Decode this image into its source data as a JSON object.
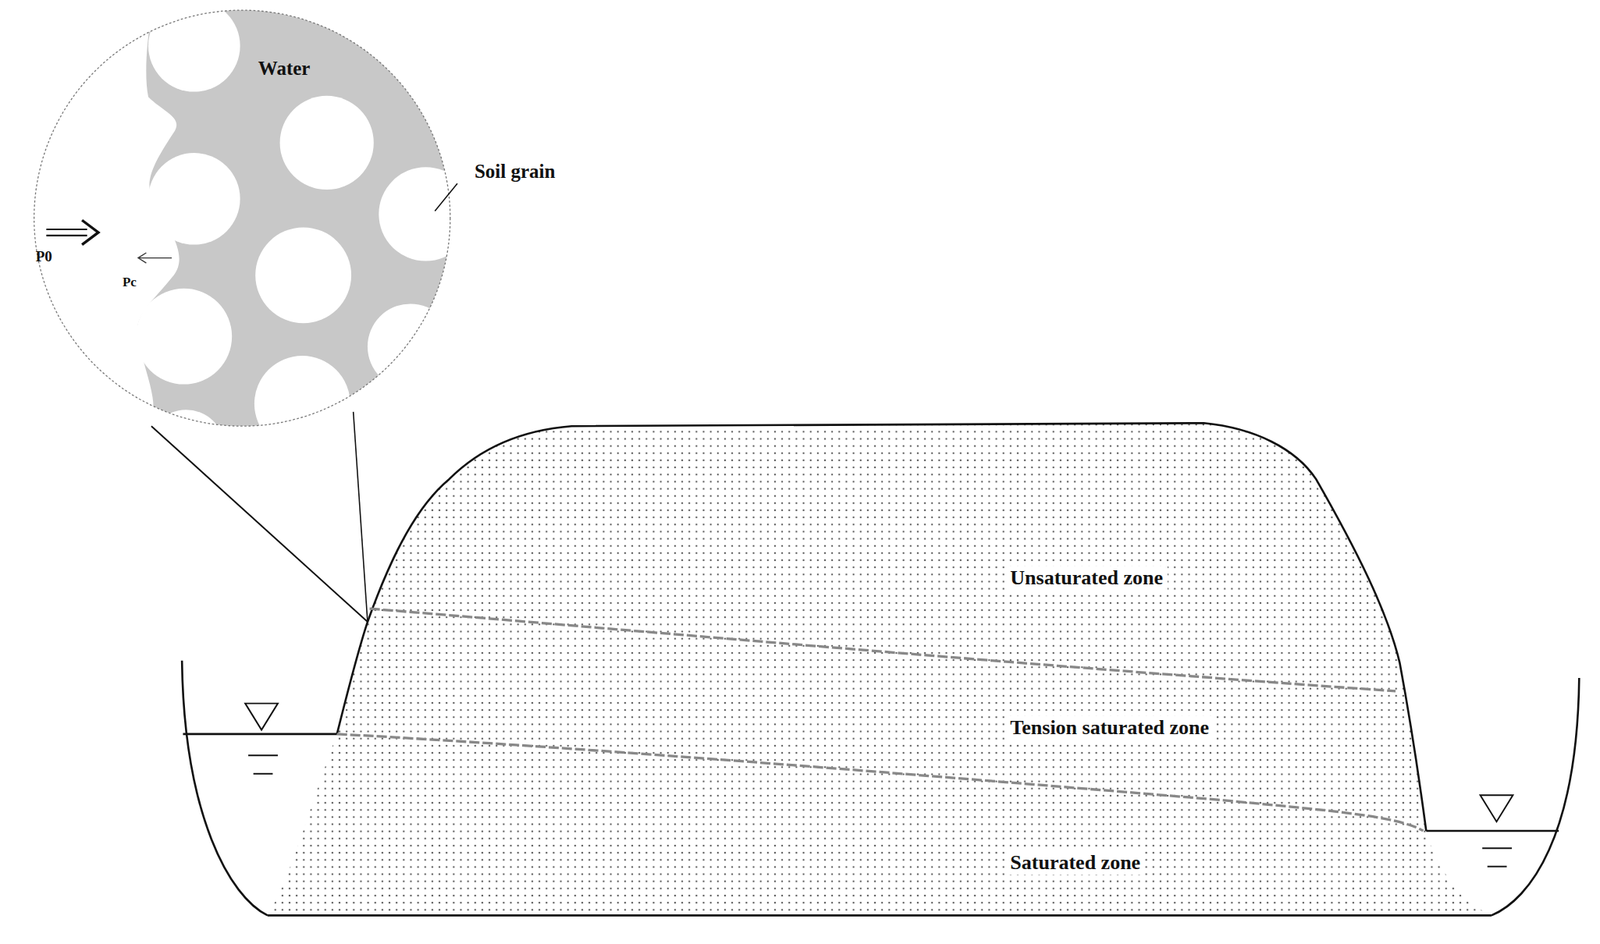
{
  "diagram": {
    "labels": [
      "Water",
      "Soil grain",
      "P0",
      "Pc",
      "Unsaturated zone",
      "Tension saturated zone",
      "Saturated zone"
    ]
  }
}
